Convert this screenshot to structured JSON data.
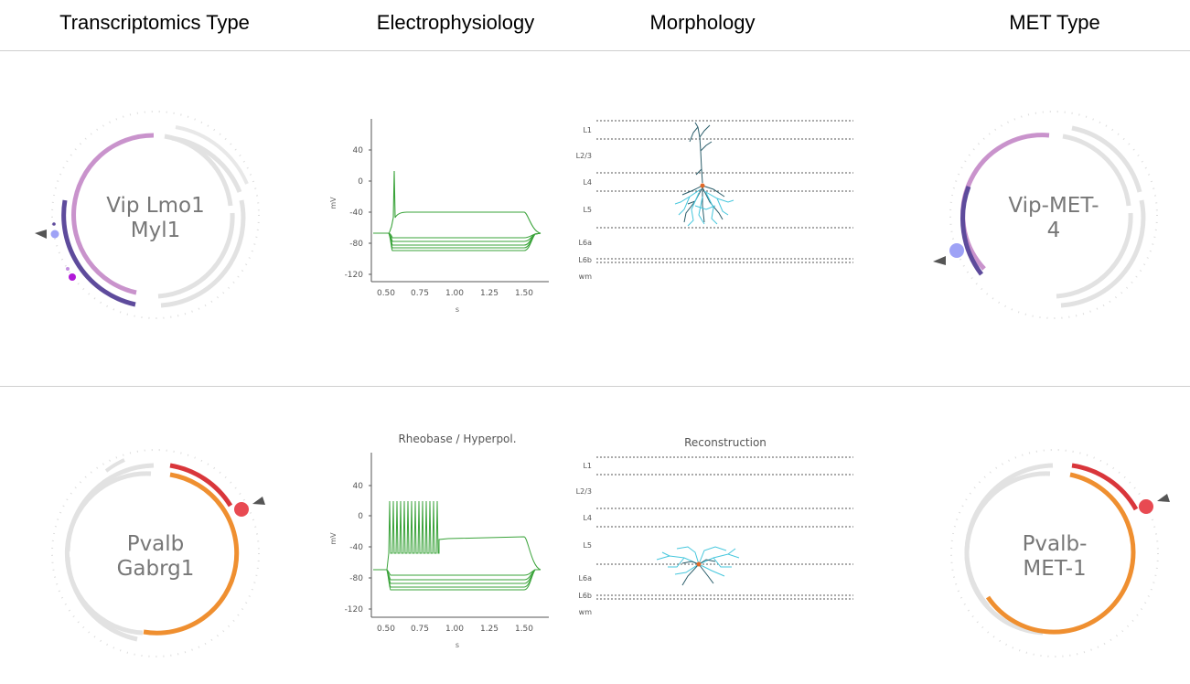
{
  "headers": {
    "transcriptomics": "Transcriptomics Type",
    "electrophysiology": "Electrophysiology",
    "morphology": "Morphology",
    "met": "MET Type"
  },
  "rows": [
    {
      "t_type_line1": "Vip Lmo1",
      "t_type_line2": "Myl1",
      "met_type_line1": "Vip-MET-",
      "met_type_line2": "4",
      "ephys": {
        "title": "",
        "ylabel": "mV",
        "xlabel": "s",
        "yticks": [
          "40",
          "0",
          "-40",
          "-80",
          "-120"
        ],
        "xticks": [
          "0.50",
          "0.75",
          "1.00",
          "1.25",
          "1.50"
        ]
      },
      "morph": {
        "title": "",
        "layers": [
          "L1",
          "L2/3",
          "L4",
          "L5",
          "L6a",
          "L6b",
          "wm"
        ]
      },
      "colors": {
        "outer": "#5e4b9c",
        "inner": "#c993cc",
        "dot": "#9ea2f6"
      }
    },
    {
      "t_type_line1": "Pvalb",
      "t_type_line2": "Gabrg1",
      "met_type_line1": "Pvalb-",
      "met_type_line2": "MET-1",
      "ephys": {
        "title": "Rheobase / Hyperpol.",
        "ylabel": "mV",
        "xlabel": "s",
        "yticks": [
          "40",
          "0",
          "-40",
          "-80",
          "-120"
        ],
        "xticks": [
          "0.50",
          "0.75",
          "1.00",
          "1.25",
          "1.50"
        ]
      },
      "morph": {
        "title": "Reconstruction",
        "layers": [
          "L1",
          "L2/3",
          "L4",
          "L5",
          "L6a",
          "L6b",
          "wm"
        ]
      },
      "colors": {
        "outer": "#d9363b",
        "inner": "#ef8f30",
        "dot": "#e84a52"
      }
    }
  ]
}
